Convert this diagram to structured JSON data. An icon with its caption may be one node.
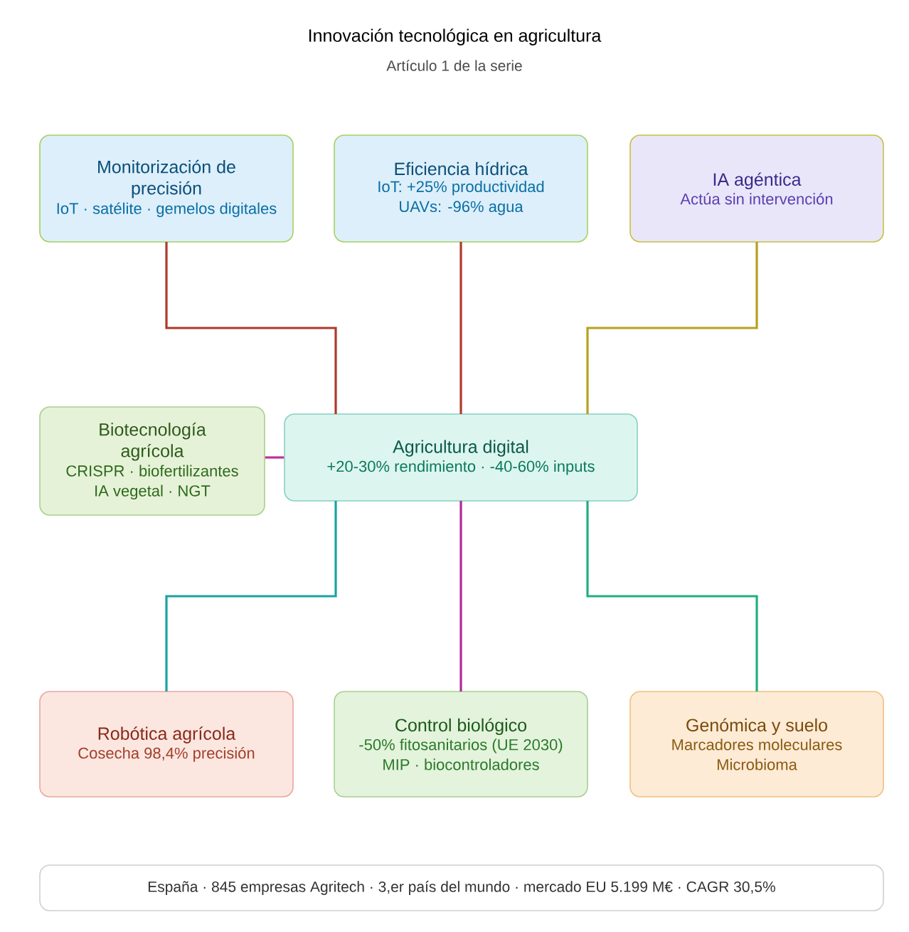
{
  "diagram": {
    "title": "Innovación tecnológica en agricultura",
    "nodes": [
      {
        "text": [
          "Monitorización de precisión",
          "IoT · satélite · gemelos digitales"
        ]
      },
      {
        "text": [
          "Eficiencia hídrica",
          "IoT: +25% productividad",
          "UAVs: -96% agua"
        ]
      },
      {
        "text": [
          "IA agéntica",
          "Actúa sin intervención"
        ]
      },
      {
        "text": [
          "Biotecnología agrícola",
          "CRISPR · biofertilizantes",
          "IA vegetal · NGT"
        ]
      },
      {
        "text": [
          "Agricultura digital",
          "+20-30% rendimiento · -40-60% inputs"
        ]
      },
      {
        "text": [
          "Robótica agrícola",
          "Cosecha 98,4% precisión"
        ]
      },
      {
        "text": [
          "Control biológico",
          "-50% fitosanitarios (UE 2030)",
          "MIP · biocontroladores"
        ]
      },
      {
        "text": [
          "Genómica y suelo",
          "Marcadores moleculares",
          "Microbioma"
        ]
      },
      {
        "text": [
          "España · 845 empresas Agritech · 3,er país del mundo · mercado EU 5.199 M€ · CAGR 30,5%"
        ]
      }
    ],
    "edges": [
      {
        "from": 0,
        "to": 4,
        "arrow": "none",
        "color": "#b0392a"
      },
      {
        "from": 1,
        "to": 4,
        "arrow": "none",
        "color": "#b0392a"
      },
      {
        "from": 2,
        "to": 4,
        "arrow": "none",
        "color": "#b8a020"
      },
      {
        "from": 3,
        "to": 4,
        "arrow": "none",
        "color": "#c0309a"
      },
      {
        "from": 4,
        "to": 5,
        "arrow": "none",
        "color": "#1aa3a3"
      },
      {
        "from": 4,
        "to": 6,
        "arrow": "none",
        "color": "#b0289a"
      },
      {
        "from": 4,
        "to": 7,
        "arrow": "none",
        "color": "#20b080"
      }
    ],
    "labels": [
      "Artículo 1 de la serie"
    ]
  }
}
